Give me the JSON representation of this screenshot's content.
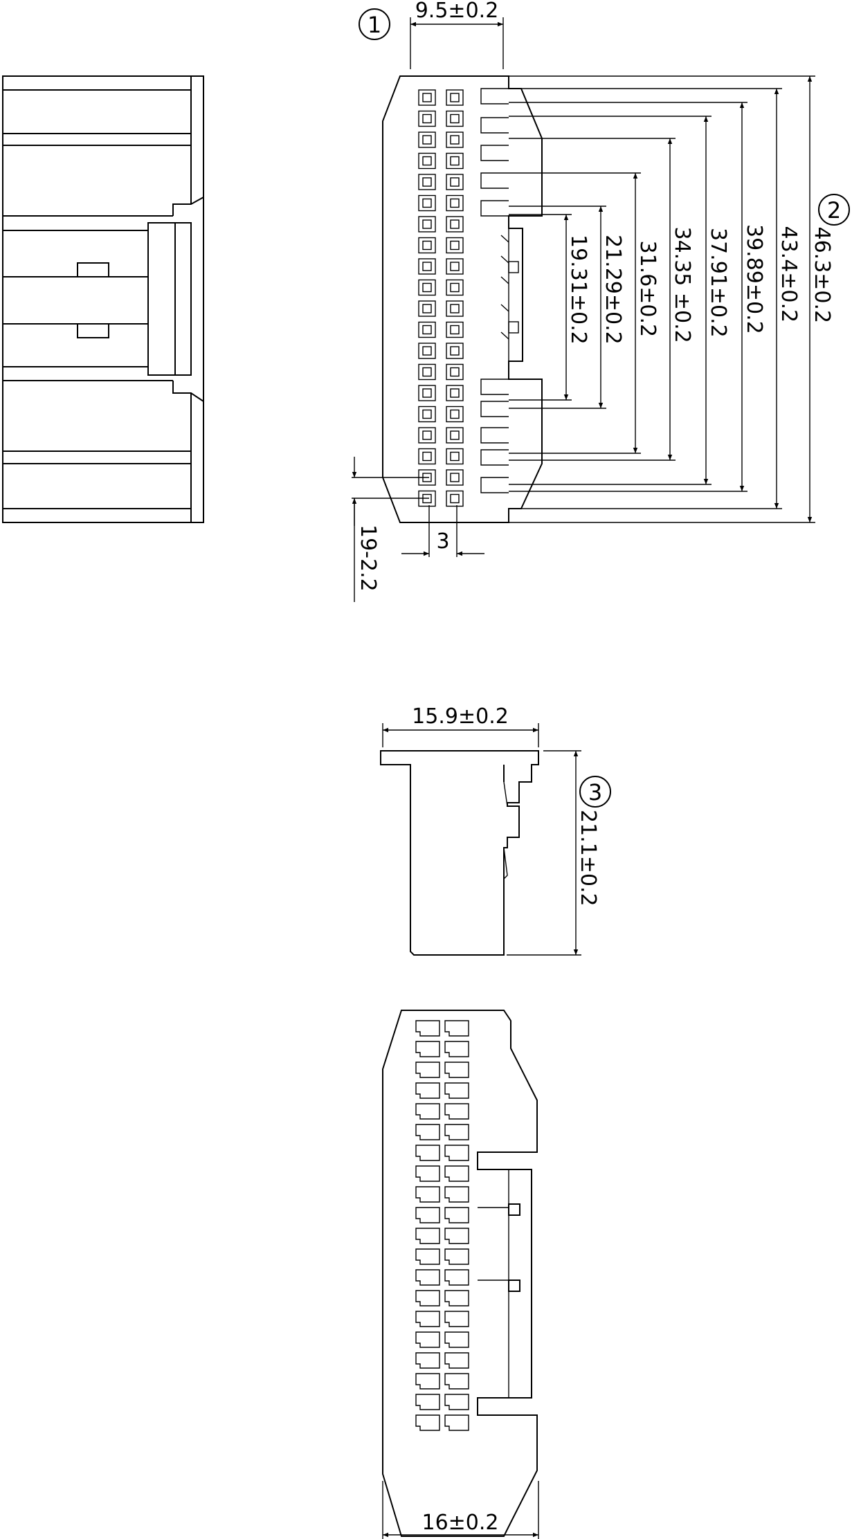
{
  "callouts": {
    "one": "1",
    "two": "2",
    "three": "3"
  },
  "dimensions": {
    "top_width": "9.5±0.2",
    "h_19_31": "19.31±0.2",
    "h_21_29": "21.29±0.2",
    "h_31_6": "31.6±0.2",
    "h_34_35": "34.35 ±0.2",
    "h_37_91": "37.91±0.2",
    "h_39_89": "39.89±0.2",
    "h_43_4": "43.4±0.2",
    "h_46_3": "46.3±0.2",
    "pitch": "3",
    "pin_count": "19-2.2",
    "side_width": "15.9±0.2",
    "side_height": "21.1±0.2",
    "bottom_width": "16±0.2"
  }
}
